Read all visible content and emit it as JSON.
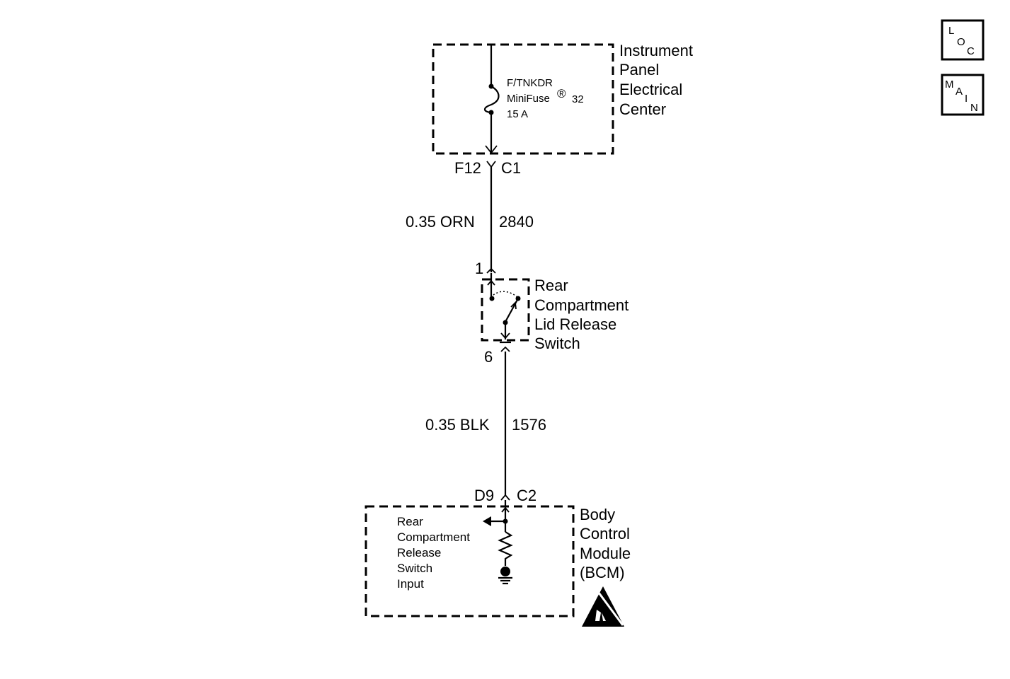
{
  "nav": {
    "loc": {
      "letters": [
        "L",
        "O",
        "C"
      ]
    },
    "main": {
      "letters": [
        "M",
        "A",
        "I",
        "N"
      ]
    }
  },
  "ipec": {
    "name_lines": [
      "Instrument",
      "Panel",
      "Electrical",
      "Center"
    ],
    "fuse_name": "F/TNKDR",
    "fuse_type": "MiniFuse",
    "fuse_reg": "®",
    "fuse_number": "32",
    "fuse_rating": "15 A",
    "pin": "F12",
    "connector": "C1"
  },
  "wire1": {
    "spec": "0.35 ORN",
    "circuit": "2840"
  },
  "switch": {
    "name_lines": [
      "Rear",
      "Compartment",
      "Lid Release",
      "Switch"
    ],
    "pin_top": "1",
    "pin_bottom": "6"
  },
  "wire2": {
    "spec": "0.35 BLK",
    "circuit": "1576"
  },
  "bcm": {
    "name_lines": [
      "Body",
      "Control",
      "Module",
      "(BCM)"
    ],
    "pin": "D9",
    "connector": "C2",
    "input_lines": [
      "Rear",
      "Compartment",
      "Release",
      "Switch",
      "Input"
    ],
    "esd_icon": "esd-warning-icon"
  }
}
